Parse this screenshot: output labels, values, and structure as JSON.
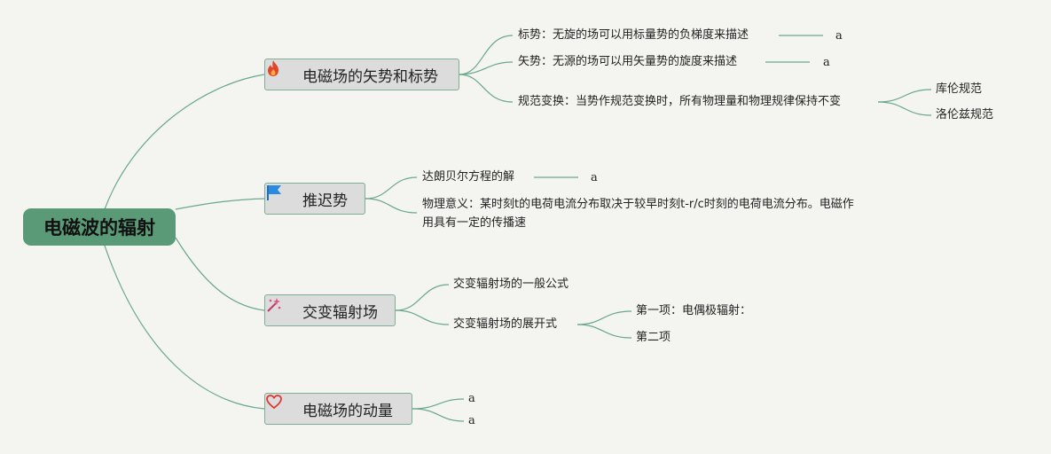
{
  "root": {
    "label": "电磁波的辐射"
  },
  "colors": {
    "line": "#6aa88c",
    "root_fill": "#5b9a76",
    "branch_fill": "#dcdcdc",
    "branch_border": "#7fae98"
  },
  "branches": [
    {
      "label": "电磁场的矢势和标势",
      "icon": "fire-icon",
      "children": [
        {
          "label": "标势：无旋的场可以用标量势的负梯度来描述",
          "note": "a"
        },
        {
          "label": "矢势：无源的场可以用矢量势的旋度来描述",
          "note": "a"
        },
        {
          "label": "规范变换：当势作规范变换时，所有物理量和物理规律保持不变",
          "children": [
            {
              "label": "库伦规范"
            },
            {
              "label": "洛伦兹规范"
            }
          ]
        }
      ]
    },
    {
      "label": "推迟势",
      "icon": "flag-icon",
      "children": [
        {
          "label": "达朗贝尔方程的解",
          "note": "a"
        },
        {
          "label": "物理意义：某时刻t的电荷电流分布取决于较早时刻t-r/c时刻的电荷电流分布。电磁作用具有一定的传播速"
        }
      ]
    },
    {
      "label": "交变辐射场",
      "icon": "sparkle-icon",
      "children": [
        {
          "label": "交变辐射场的一般公式"
        },
        {
          "label": "交变辐射场的展开式",
          "children": [
            {
              "label": "第一项：电偶极辐射："
            },
            {
              "label": "第二项"
            }
          ]
        }
      ]
    },
    {
      "label": "电磁场的动量",
      "icon": "heart-icon",
      "children": [
        {
          "label": "a"
        },
        {
          "label": "a"
        }
      ]
    }
  ]
}
